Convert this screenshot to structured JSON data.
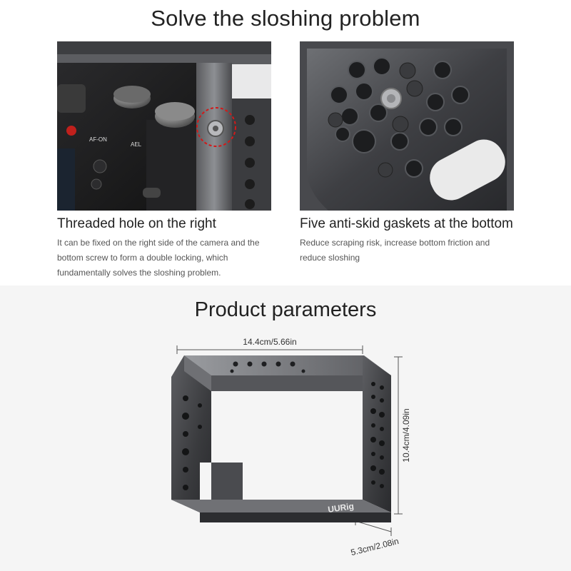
{
  "header": {
    "title": "Solve the sloshing problem"
  },
  "features": [
    {
      "title": "Threaded hole on the right",
      "desc_lines": [
        "It can be fixed on the right side of the camera and the",
        "bottom screw to form a double locking, which",
        "fundamentally solves the sloshing problem."
      ]
    },
    {
      "title": "Five anti-skid gaskets at the bottom",
      "desc_lines": [
        "Reduce scraping risk, increase bottom friction and",
        "reduce sloshing"
      ]
    }
  ],
  "params": {
    "title": "Product parameters",
    "width_dim": "14.4cm/5.66in",
    "height_dim": "10.4cm/4.09in",
    "depth_dim": "5.3cm/2.08in",
    "brand": "UURig"
  },
  "camera_labels": {
    "af_on": "AF-ON",
    "ael": "AEL"
  },
  "colors": {
    "accent_red": "#d11a1a",
    "metal_dark": "#3a3a3c",
    "metal_light": "#8d8f93"
  }
}
